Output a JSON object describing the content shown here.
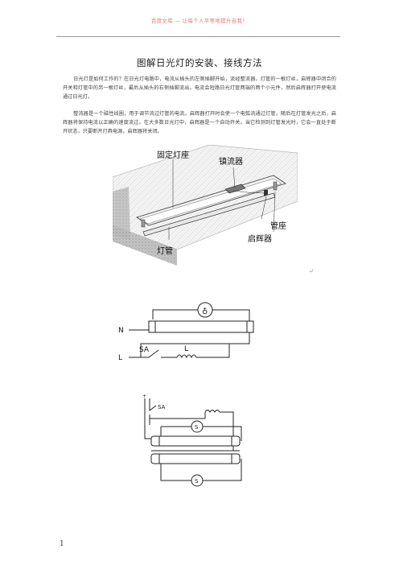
{
  "header": {
    "text": "百度文库 — 让每个人平等地提升自我！"
  },
  "title": "图解日光灯的安装、接线方法",
  "paragraphs": [
    "日光灯是如何工作的？在日光灯电路中，电流从插头的左侧插脚开始，流经整流器，灯管的一根灯丝，启辉器中闭合的开关和灯管中的另一根灯丝，最后从插头的右侧插脚流出。电流会短路日光灯管两端的两个小元件，然后启辉器打开使电流通过日光灯。",
    "整流器是一个磁性线圈，用于调节流过灯管的电流。启辉器打开时会使一个电弧流通过灯管，随后在灯管发光之后，启辉器将保持电流以正确的速度流过。在大多数日光灯中，启辉器是一个自动开关。当它检测到灯管发光时，它会一直处于断开状态，只要断开灯具电源，启辉器将关闭。"
  ],
  "figure1": {
    "labels": {
      "fixture": "固定灯座",
      "ballast": "镇流器",
      "socket": "管座",
      "starter": "启辉器",
      "tube": "灯管"
    }
  },
  "paragraph_mark": "↵",
  "figure2": {
    "labels": {
      "n": "N",
      "l": "L",
      "sa": "SA",
      "coil": "L"
    }
  },
  "figure3": {
    "labels": {
      "sa": "SA",
      "s": "S"
    }
  },
  "page_number": "1"
}
